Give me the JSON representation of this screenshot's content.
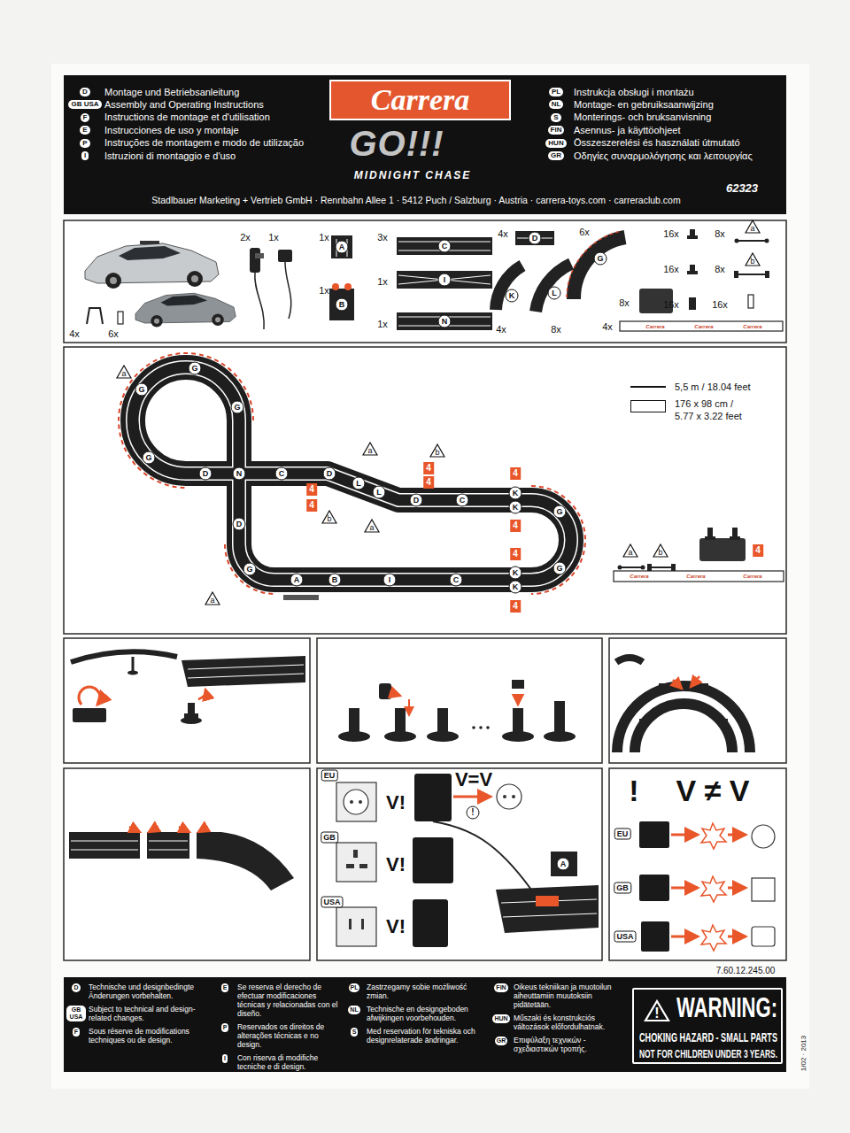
{
  "diagram": {
    "nodes": [
      {
        "text": [
          "MIDNIGHT CHASE",
          "Stadlbauer Marketing + Vertrieb GmbH · Rennbahn Allee 1 · 5412 Puch / Salzburg · Austria · carrera-toys.com · carreraclub.com",
          "62323"
        ]
      },
      {
        "text": [
          "Carrera",
          "GO!!!"
        ],
        "in": 0
      },
      {
        "text": [
          "D",
          "Montage und Betriebsanleitung"
        ],
        "in": 0
      },
      {
        "text": [
          "GB USA",
          "Assembly and Operating Instructions"
        ],
        "in": 0
      },
      {
        "text": [
          "F",
          "Instructions de montage et d'utilisation"
        ],
        "in": 0
      },
      {
        "text": [
          "E",
          "Instrucciones de uso y montaje"
        ],
        "in": 0
      },
      {
        "text": [
          "P",
          "Instruções de montagem e modo de utilização"
        ],
        "in": 0
      },
      {
        "text": [
          "I",
          "Istruzioni di montaggio e d'uso"
        ],
        "in": 0
      },
      {
        "text": [
          "PL",
          "Instrukcja obsługi i montażu"
        ],
        "in": 0
      },
      {
        "text": [
          "NL",
          "Montage- en gebruiksaanwijzing"
        ],
        "in": 0
      },
      {
        "text": [
          "S",
          "Monterings- och bruksanvisning"
        ],
        "in": 0
      },
      {
        "text": [
          "FIN",
          "Asennus- ja käyttöohjeet"
        ],
        "in": 0
      },
      {
        "text": [
          "HUN",
          "Összeszerelési és használati útmutató"
        ],
        "in": 0
      },
      {
        "text": [
          "GR",
          "Οδηγίες συναρμολόγησης και λειτουργίας"
        ],
        "in": 0
      },
      {
        "text": [
          "D",
          "Technische und designbedingte Änderungen vorbehalten."
        ]
      },
      {
        "text": [
          "GB USA",
          "Subject to technical and design-related changes."
        ]
      },
      {
        "text": [
          "F",
          "Sous réserve de modifications techniques ou de design."
        ]
      },
      {
        "text": [
          "E",
          "Se reserva el derecho de efectuar modificaciones técnicas y relacionadas con el diseño."
        ]
      },
      {
        "text": [
          "P",
          "Reservados os direitos de alterações técnicas e no design."
        ]
      },
      {
        "text": [
          "I",
          "Con riserva di modifiche tecniche e di design."
        ]
      },
      {
        "text": [
          "PL",
          "Zastrzegamy sobie możliwość zmian."
        ]
      },
      {
        "text": [
          "NL",
          "Technische en designgeboden afwijkingen voorbehouden."
        ]
      },
      {
        "text": [
          "S",
          "Med reservation för tekniska och designrelaterade ändringar."
        ]
      },
      {
        "text": [
          "FIN",
          "Oikeus tekniikan ja muotoilun aiheuttamiin muutoksiin pidätetään."
        ]
      },
      {
        "text": [
          "HUN",
          "Műszaki és konstrukciós változások előfordulhatnak."
        ]
      },
      {
        "text": [
          "GR",
          "Επιφύλαξη τεχνικών - σχεδιαστικών τροπής."
        ]
      },
      {
        "text": [
          "WARNING:",
          "CHOKING HAZARD - SMALL PARTS",
          "NOT FOR CHILDREN UNDER 3 YEARS."
        ]
      }
    ],
    "labels": [
      "4x",
      "6x",
      "2x",
      "1x",
      "1x",
      "A",
      "1x",
      "B",
      "3x",
      "C",
      "1x",
      "I",
      "1x",
      "N",
      "4x",
      "D",
      "6x",
      "G",
      "4x",
      "K",
      "8x",
      "L",
      "8x",
      "16x",
      "8x",
      "a",
      "16x",
      "8x",
      "b",
      "16x",
      "16x",
      "4x",
      "Carrera",
      "Carrera",
      "Carrera",
      "G",
      "G",
      "G",
      "G",
      "D",
      "N",
      "C",
      "D",
      "L",
      "L",
      "D",
      "C",
      "K",
      "K",
      "G",
      "G",
      "K",
      "K",
      "C",
      "I",
      "B",
      "A",
      "G",
      "D",
      "4",
      "4",
      "4",
      "4",
      "4",
      "4",
      "4",
      "4",
      "4",
      "a",
      "a",
      "a",
      "b",
      "b",
      "a",
      "a",
      "b",
      "Carrera",
      "Carrera",
      "Carrera",
      "EU",
      "V!",
      "V=V",
      "!",
      "GB",
      "V!",
      "USA",
      "V!",
      "A",
      "!",
      "V ≠ V",
      "EU",
      "GB",
      "USA",
      "7.60.12.245.00",
      "1/02 · 2013",
      "!"
    ],
    "legend": [
      {
        "text": "5,5 m / 18.04 feet"
      },
      {
        "text": "176 x 98 cm / 5.77 x 3.22 feet"
      }
    ]
  }
}
